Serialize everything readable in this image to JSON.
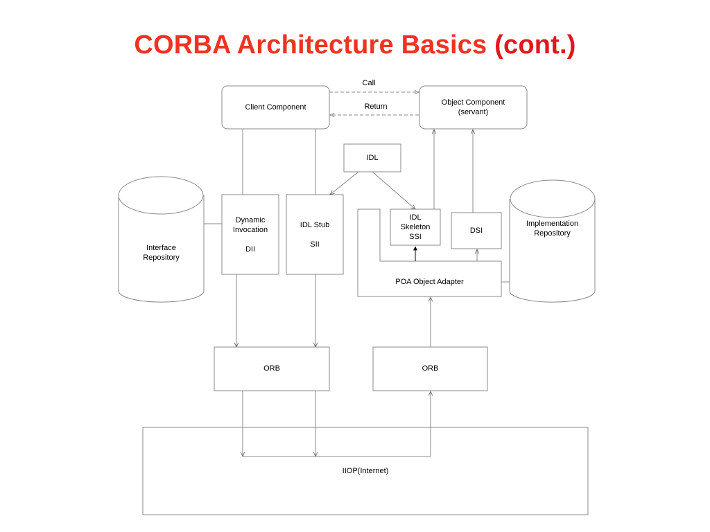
{
  "title": {
    "main": "CORBA Architecture Basics ",
    "suffix": "(cont.)"
  },
  "nodes": {
    "client_component": "Client Component",
    "object_component": "Object Component\n(servant)",
    "idl": "IDL",
    "interface_repository": "Interface\nRepository",
    "dynamic_invocation": "Dynamic\nInvocation\n\nDII",
    "idl_stub": "IDL Stub\n\nSII",
    "idl_skeleton": "IDL\nSkeleton\nSSI",
    "dsi": "DSI",
    "implementation_repository": "Implementation\nRepository",
    "poa": "POA Object Adapter",
    "orb_left": "ORB",
    "orb_right": "ORB",
    "iiop": "IIOP(Internet)"
  },
  "edges": {
    "call": "Call",
    "return": "Return"
  },
  "colors": {
    "title": "#ee3322",
    "line": "#888888"
  }
}
